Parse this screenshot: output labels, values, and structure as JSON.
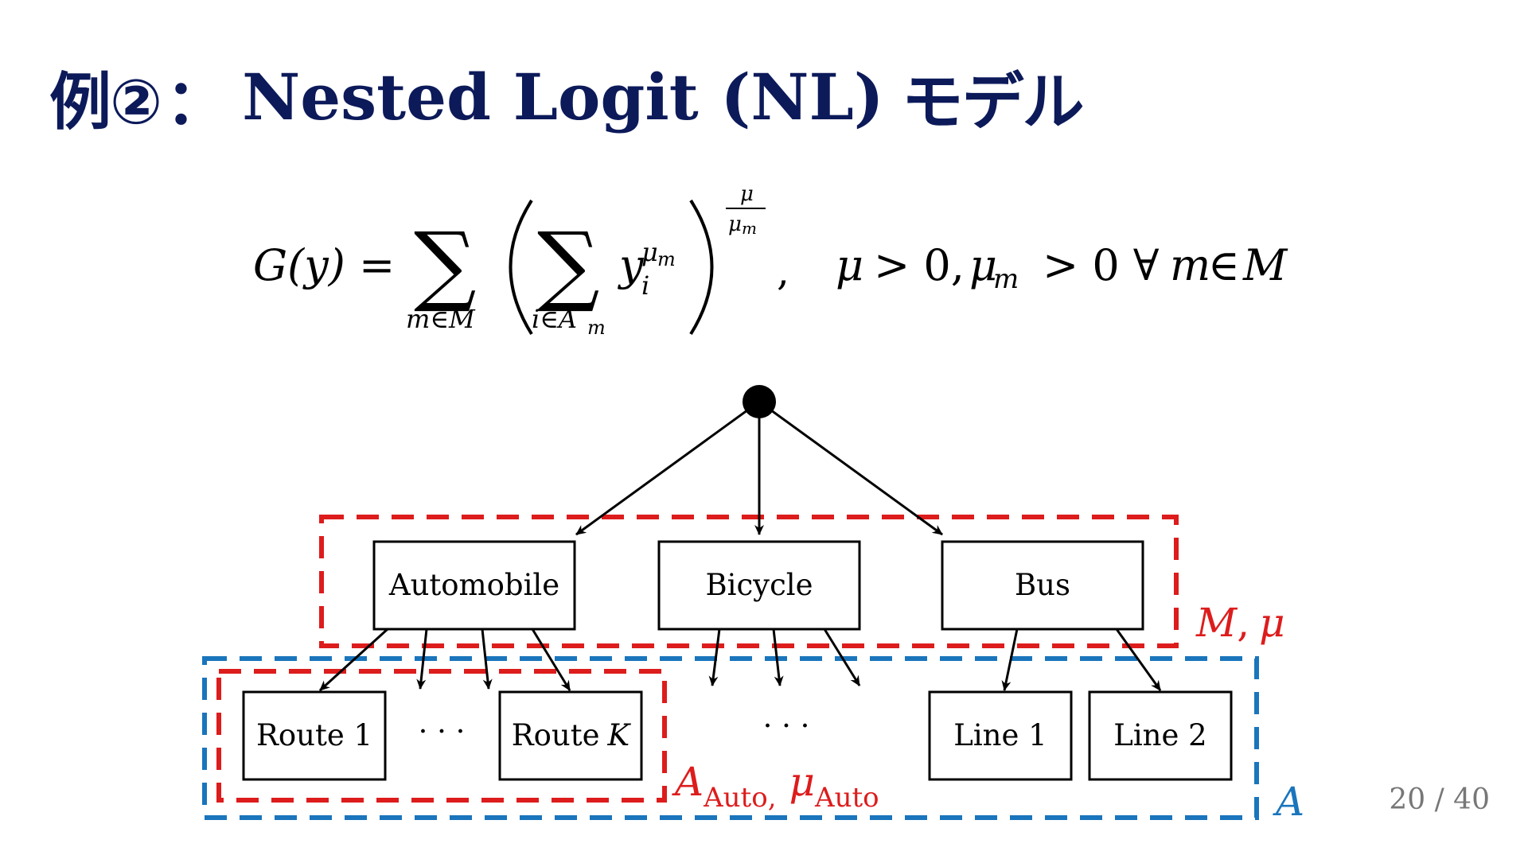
{
  "title": {
    "prefix": "例②",
    "colon": "：",
    "main": "Nested Logit (NL)",
    "suffix": "モデル"
  },
  "formula": {
    "lhs": "G(y) =",
    "sum_outer": "∑",
    "sum_outer_sub": "m∈M",
    "sum_inner": "∑",
    "sum_inner_sub_base": "i∈A",
    "sum_inner_sub_sub": "m",
    "var": "y",
    "var_sub": "i",
    "var_sup": "μ",
    "var_sup_sub": "m",
    "exp_num": "μ",
    "exp_den": "μ",
    "exp_den_sub": "m",
    "comma": ",",
    "cond_mu": "μ",
    "cond_gt1": "> 0,",
    "cond_mum": "μ",
    "cond_mum_sub": "m",
    "cond_gt2": "> 0 ∀",
    "cond_m": "m",
    "cond_in": "∈",
    "cond_M": "M"
  },
  "diagram": {
    "modes": [
      "Automobile",
      "Bicycle",
      "Bus"
    ],
    "routes": {
      "route1": "Route 1",
      "ellipsis": "· · ·",
      "routeK_base": "Route",
      "routeK_var": "K"
    },
    "middle_ellipsis": "· · ·",
    "lines": [
      "Line 1",
      "Line 2"
    ],
    "label_M": "M",
    "label_M_sep": ",",
    "label_mu": "μ",
    "label_A_auto": "A",
    "label_A_auto_sub": "Auto",
    "label_auto_sep": ",",
    "label_mu_auto": "μ",
    "label_mu_auto_sub": "Auto",
    "label_A": "A"
  },
  "colors": {
    "title": "#0c1a5a",
    "nest_red": "#dd1c1c",
    "all_blue": "#1a75bc",
    "page_number": "#777777"
  },
  "page_number": "20 / 40"
}
